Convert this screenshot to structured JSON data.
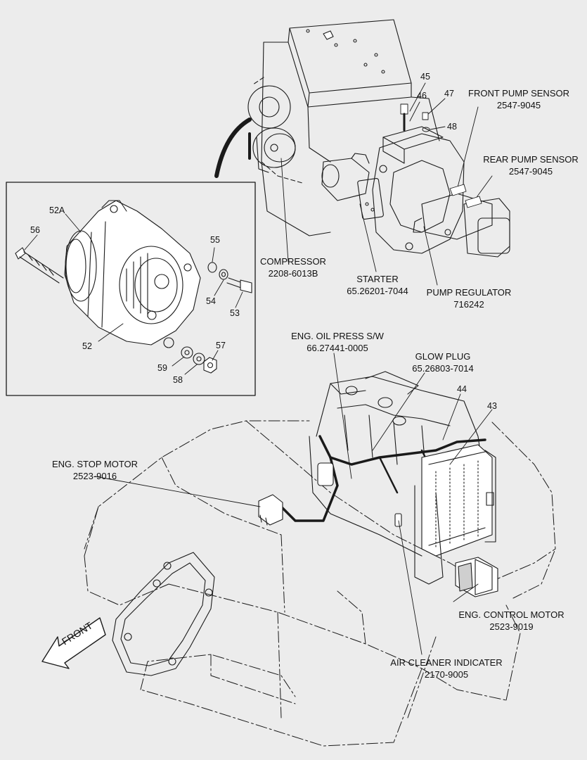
{
  "callouts": {
    "front_pump_sensor": {
      "name": "FRONT PUMP SENSOR",
      "part": "2547-9045"
    },
    "rear_pump_sensor": {
      "name": "REAR PUMP SENSOR",
      "part": "2547-9045"
    },
    "compressor": {
      "name": "COMPRESSOR",
      "part": "2208-6013B"
    },
    "starter": {
      "name": "STARTER",
      "part": "65.26201-7044"
    },
    "pump_regulator": {
      "name": "PUMP REGULATOR",
      "part": "716242"
    },
    "eng_oil_press_sw": {
      "name": "ENG. OIL PRESS S/W",
      "part": "66.27441-0005"
    },
    "glow_plug": {
      "name": "GLOW PLUG",
      "part": "65.26803-7014"
    },
    "eng_stop_motor": {
      "name": "ENG. STOP MOTOR",
      "part": "2523-9016"
    },
    "eng_control_motor": {
      "name": "ENG. CONTROL MOTOR",
      "part": "2523-9019"
    },
    "air_cleaner_indicater": {
      "name": "AIR CLEANER INDICATER",
      "part": "2170-9005"
    }
  },
  "item_numbers": {
    "n45": "45",
    "n46": "46",
    "n47": "47",
    "n48": "48",
    "n52A": "52A",
    "n56": "56",
    "n55": "55",
    "n54": "54",
    "n53": "53",
    "n52": "52",
    "n57": "57",
    "n59": "59",
    "n58": "58",
    "n44": "44",
    "n43": "43"
  },
  "front_arrow": {
    "label": "FRONT"
  }
}
